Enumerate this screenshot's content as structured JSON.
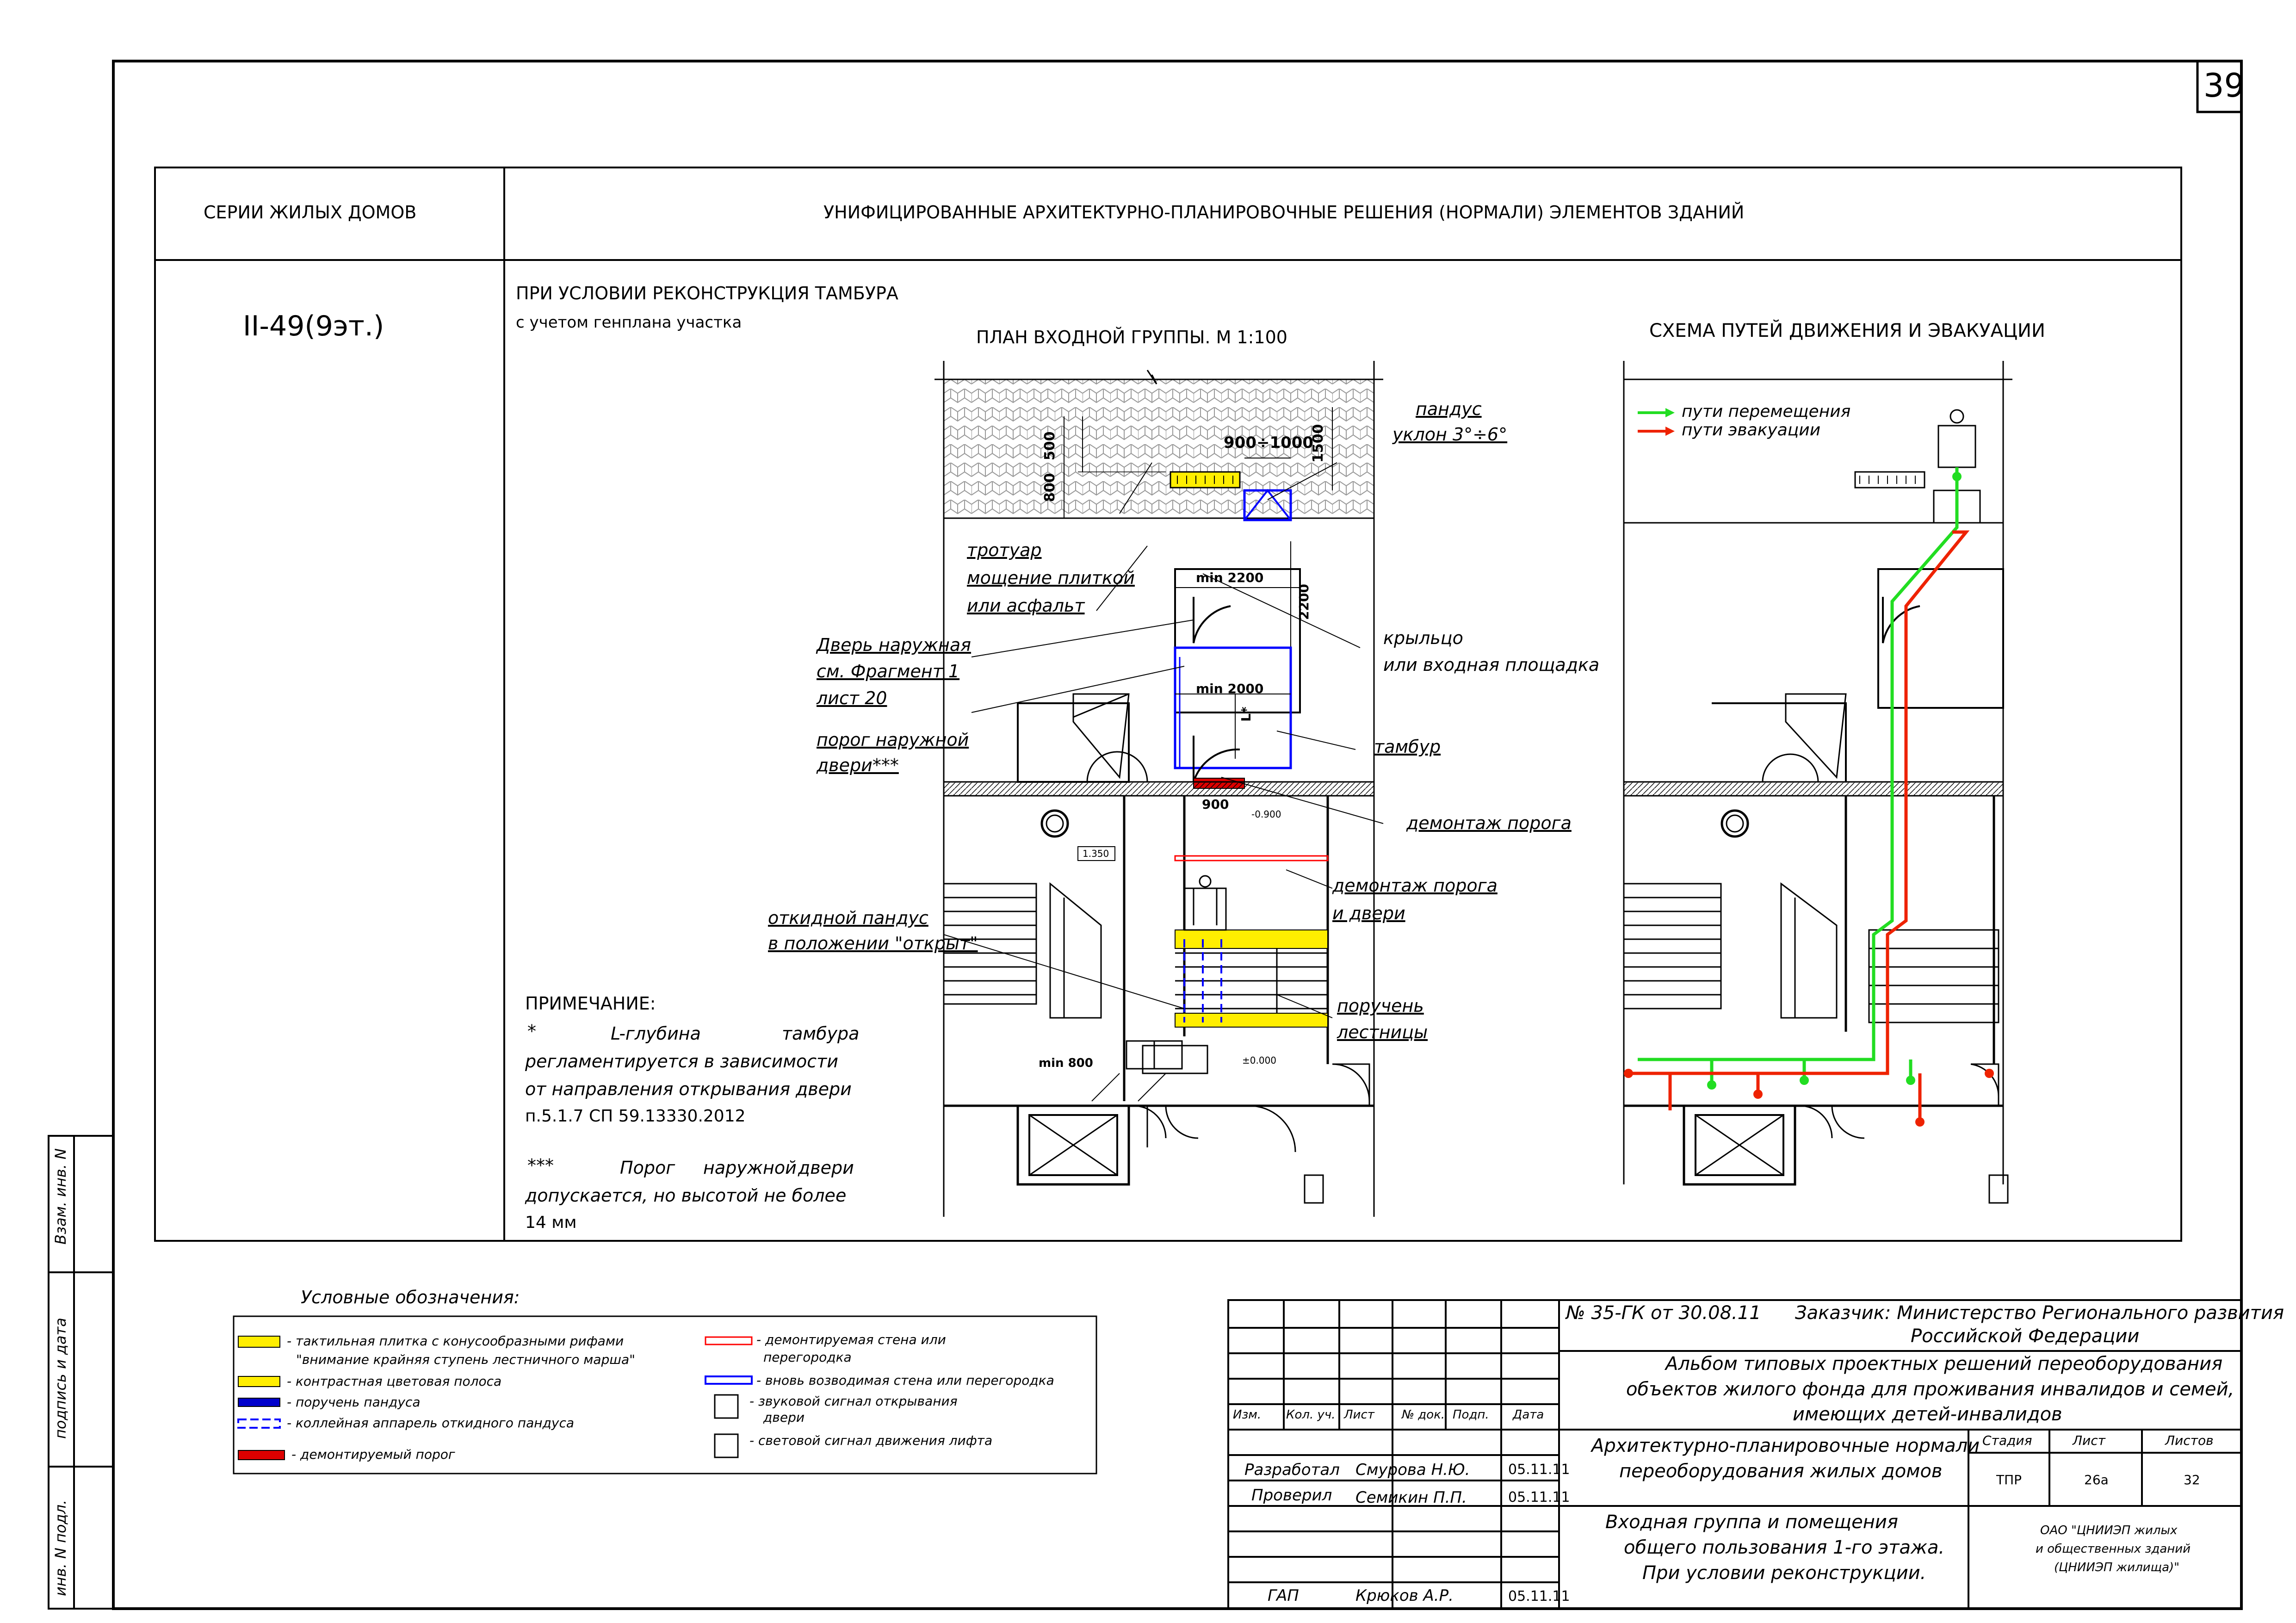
{
  "page_number": "39",
  "header": {
    "series_label": "СЕРИИ ЖИЛЫХ ДОМОВ",
    "title": "УНИФИЦИРОВАННЫЕ АРХИТЕКТУРНО-ПЛАНИРОВОЧНЫЕ РЕШЕНИЯ (НОРМАЛИ) ЭЛЕМЕНТОВ ЗДАНИЙ"
  },
  "series_value": "II-49(9эт.)",
  "condition": {
    "line1": "ПРИ УСЛОВИИ РЕКОНСТРУКЦИЯ ТАМБУРА",
    "line2": "с учетом генплана участка"
  },
  "plan": {
    "title": "ПЛАН ВХОДНОЙ ГРУППЫ. М 1:100",
    "dims": {
      "d800": "800",
      "d500": "500",
      "d900_1000": "900÷1000",
      "d1500": "1500",
      "min2200": "min 2200",
      "d2200": "2200",
      "min2000": "min 2000",
      "L": "L*",
      "d900": "900",
      "lvl_0900": "-0.900",
      "lvl_1350": "1.350",
      "min800": "min 800",
      "lvl_0000": "±0.000"
    },
    "labels": {
      "ramp_1": "пандус",
      "ramp_2": "уклон 3°÷6°",
      "sidewalk_1": "тротуар",
      "sidewalk_2": "мощение плиткой",
      "sidewalk_3": "или асфальт",
      "door_1": "Дверь наружная",
      "door_2": "см. Фрагмент 1",
      "door_3": "лист 20",
      "threshold_1": "порог наружной",
      "threshold_2": "двери***",
      "porch_1": "крыльцо",
      "porch_2": "или входная площадка",
      "tambour": "тамбур",
      "demolish_threshold": "демонтаж порога",
      "demolish_door_1": "демонтаж порога",
      "demolish_door_2": "и двери",
      "folding_ramp_1": "откидной пандус",
      "folding_ramp_2": "в положении \"открыт\"",
      "handrail_1": "поручень",
      "handrail_2": "лестницы"
    }
  },
  "scheme": {
    "title": "СХЕМА ПУТЕЙ ДВИЖЕНИЯ И ЭВАКУАЦИИ",
    "legend_move": "пути перемещения",
    "legend_evac": "пути эвакуации"
  },
  "note": {
    "title": "ПРИМЕЧАНИЕ:",
    "line1_star": "*",
    "line1_a": "L-глубина",
    "line1_b": "тамбура",
    "line2": "регламентируется в зависимости",
    "line3": "от направления открывания двери",
    "line4": "п.5.1.7 СП 59.13330.2012",
    "line5_star": "***",
    "line5_a": "Порог",
    "line5_b": "наружной",
    "line5_c": "двери",
    "line6": "допускается, но высотой не более",
    "line7": "14 мм"
  },
  "legend": {
    "title": "Условные обозначения:",
    "items_left": [
      "- тактильная плитка с конусообразными рифами",
      "\"внимание крайняя ступень лестничного марша\"",
      "- контрастная цветовая полоса",
      "- поручень пандуса",
      "- коллейная аппарель откидного пандуса",
      "- демонтируемый порог"
    ],
    "items_right": [
      "- демонтируемая стена или",
      "перегородка",
      "- вновь возводимая стена или перегородка",
      "- звуковой сигнал открывания",
      "двери",
      "- световой сигнал движения лифта"
    ]
  },
  "side_stamps": [
    "Взам. инв. N",
    "подпись и дата",
    "инв. N подл."
  ],
  "title_block": {
    "contract": "№ 35-ГК от 30.08.11",
    "customer_1": "Заказчик: Министерство Регионального развития",
    "customer_2": "Российской Федерации",
    "album_1": "Альбом типовых проектных решений переоборудования",
    "album_2": "объектов жилого фонда для проживания инвалидов и семей,",
    "album_3": "имеющих детей-инвалидов",
    "section_1": "Архитектурно-планировочные нормали",
    "section_2": "переоборудования жилых домов",
    "sheet_1": "Входная группа и помещения",
    "sheet_2": "общего пользования 1-го этажа.",
    "sheet_3": "При условии реконструкции.",
    "col_headers": [
      "Изм.",
      "Кол. уч.",
      "Лист",
      "№ док.",
      "Подп.",
      "Дата"
    ],
    "rows": [
      {
        "role": "Разработал",
        "name": "Смурова Н.Ю.",
        "date": "05.11.11"
      },
      {
        "role": "Проверил",
        "name": "Семикин П.П.",
        "date": "05.11.11"
      },
      {
        "role": "ГАП",
        "name": "Крюков А.Р.",
        "date": "05.11.11"
      }
    ],
    "stage_label": "Стадия",
    "sheet_label": "Лист",
    "sheets_label": "Листов",
    "stage": "ТПР",
    "sheet": "26а",
    "sheets": "32",
    "org_1": "ОАО \"ЦНИИЭП жилых",
    "org_2": "и общественных зданий",
    "org_3": "(ЦНИИЭП жилища)\""
  },
  "colors": {
    "move_path": "#22dd22",
    "evac_path": "#ee2200",
    "tactile": "#ffee00",
    "contrast": "#ffee00",
    "ramp_rail": "#0000cc",
    "new_wall": "#0000ff",
    "demolish_wall": "#ff0000",
    "demolish_threshold": "#dd0000"
  }
}
